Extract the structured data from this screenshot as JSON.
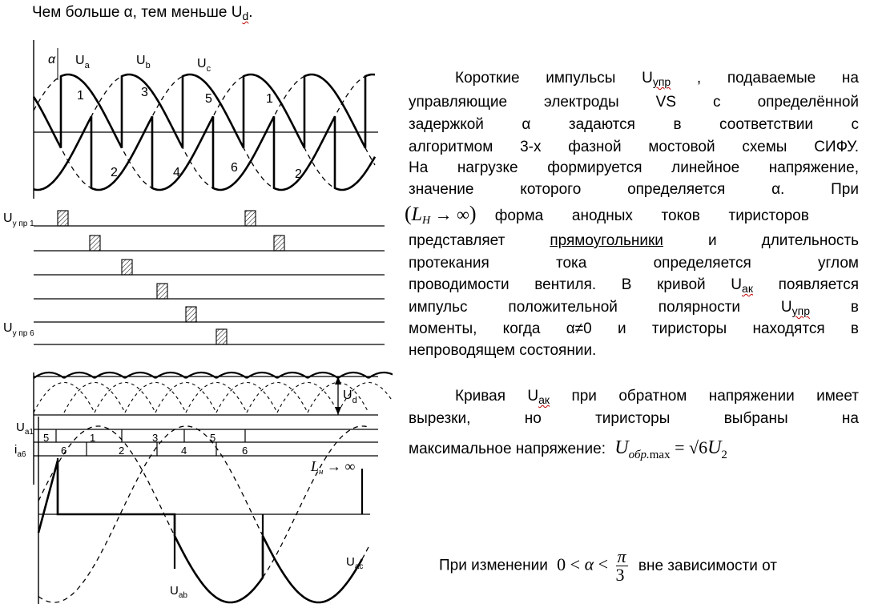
{
  "header": {
    "title_prefix": "Чем больше α, тем меньше U",
    "title_sub": "d",
    "title_suffix": "."
  },
  "diagram": {
    "labels": {
      "alpha": "α",
      "ua": "U",
      "ua_sub": "a",
      "ub": "U",
      "ub_sub": "b",
      "uc": "U",
      "uc_sub": "c",
      "upr1": "U",
      "upr1_sub": "у пр 1",
      "upr6": "U",
      "upr6_sub": "у пр 6",
      "ud": "U",
      "ud_sub": "d",
      "ia1": "U",
      "ia1_sub": "a1",
      "ia6": "i",
      "ia6_sub": "a6",
      "lh": "L",
      "lh_sub": "н",
      "lh_arrow": " → ∞",
      "uab": "U",
      "uab_sub": "ab",
      "uac": "U",
      "uac_sub": "ac"
    },
    "top_numbers": [
      "1",
      "3",
      "5",
      "1"
    ],
    "bottom_numbers": [
      "2",
      "4",
      "6",
      "2"
    ],
    "ia1_numbers": [
      "5",
      "1",
      "3",
      "5"
    ],
    "ia6_numbers": [
      "6",
      "2",
      "4",
      "6"
    ]
  },
  "paragraph1": {
    "line1_a": "Короткие импульсы U",
    "line1_sub": "упр",
    "line1_b": " , подаваемые на",
    "line2": "управляющие электроды VS с определённой",
    "line3": "задержкой α задаются в соответствии с",
    "line4": "алгоритмом 3-х фазной мостовой схемы СИФУ.",
    "line5": "На нагрузке формируется линейное напряжение,",
    "line6": "значение которого определяется α. При",
    "formula_L": "L",
    "formula_sub": "H",
    "formula_rest": " → ∞",
    "line7_rest": "форма анодных токов тиристоров",
    "line8_a": "представляет ",
    "line8_u": "прямоугольники",
    "line8_b": " и длительность",
    "line9": "протекания тока определяется углом",
    "line10_a": "проводимости вентиля. В кривой U",
    "line10_sub": "ак",
    "line10_b": " появляется",
    "line11_a": "импульс положительной полярности U",
    "line11_sub": "упр",
    "line11_b": " в",
    "line12": "моменты, когда α≠0 и тиристоры находятся в",
    "line13": "непроводящем состоянии."
  },
  "paragraph2": {
    "line1_a": "Кривая U",
    "line1_sub": "ак",
    "line1_b": " при обратном напряжении имеет",
    "line2": "вырезки, но тиристоры выбраны на",
    "line3": "максимальное напряжение:",
    "formula_U": "U",
    "formula_sub": "обр.",
    "formula_max": "max",
    "formula_eq": " = ",
    "formula_root": "√6",
    "formula_U2": "U",
    "formula_U2_sub": "2"
  },
  "paragraph3": {
    "text_a": "При изменении",
    "ineq_left": "0 < ",
    "ineq_alpha": "α",
    "ineq_lt": " < ",
    "frac_num": "π",
    "frac_den": "3",
    "text_b": "вне зависимости от"
  }
}
